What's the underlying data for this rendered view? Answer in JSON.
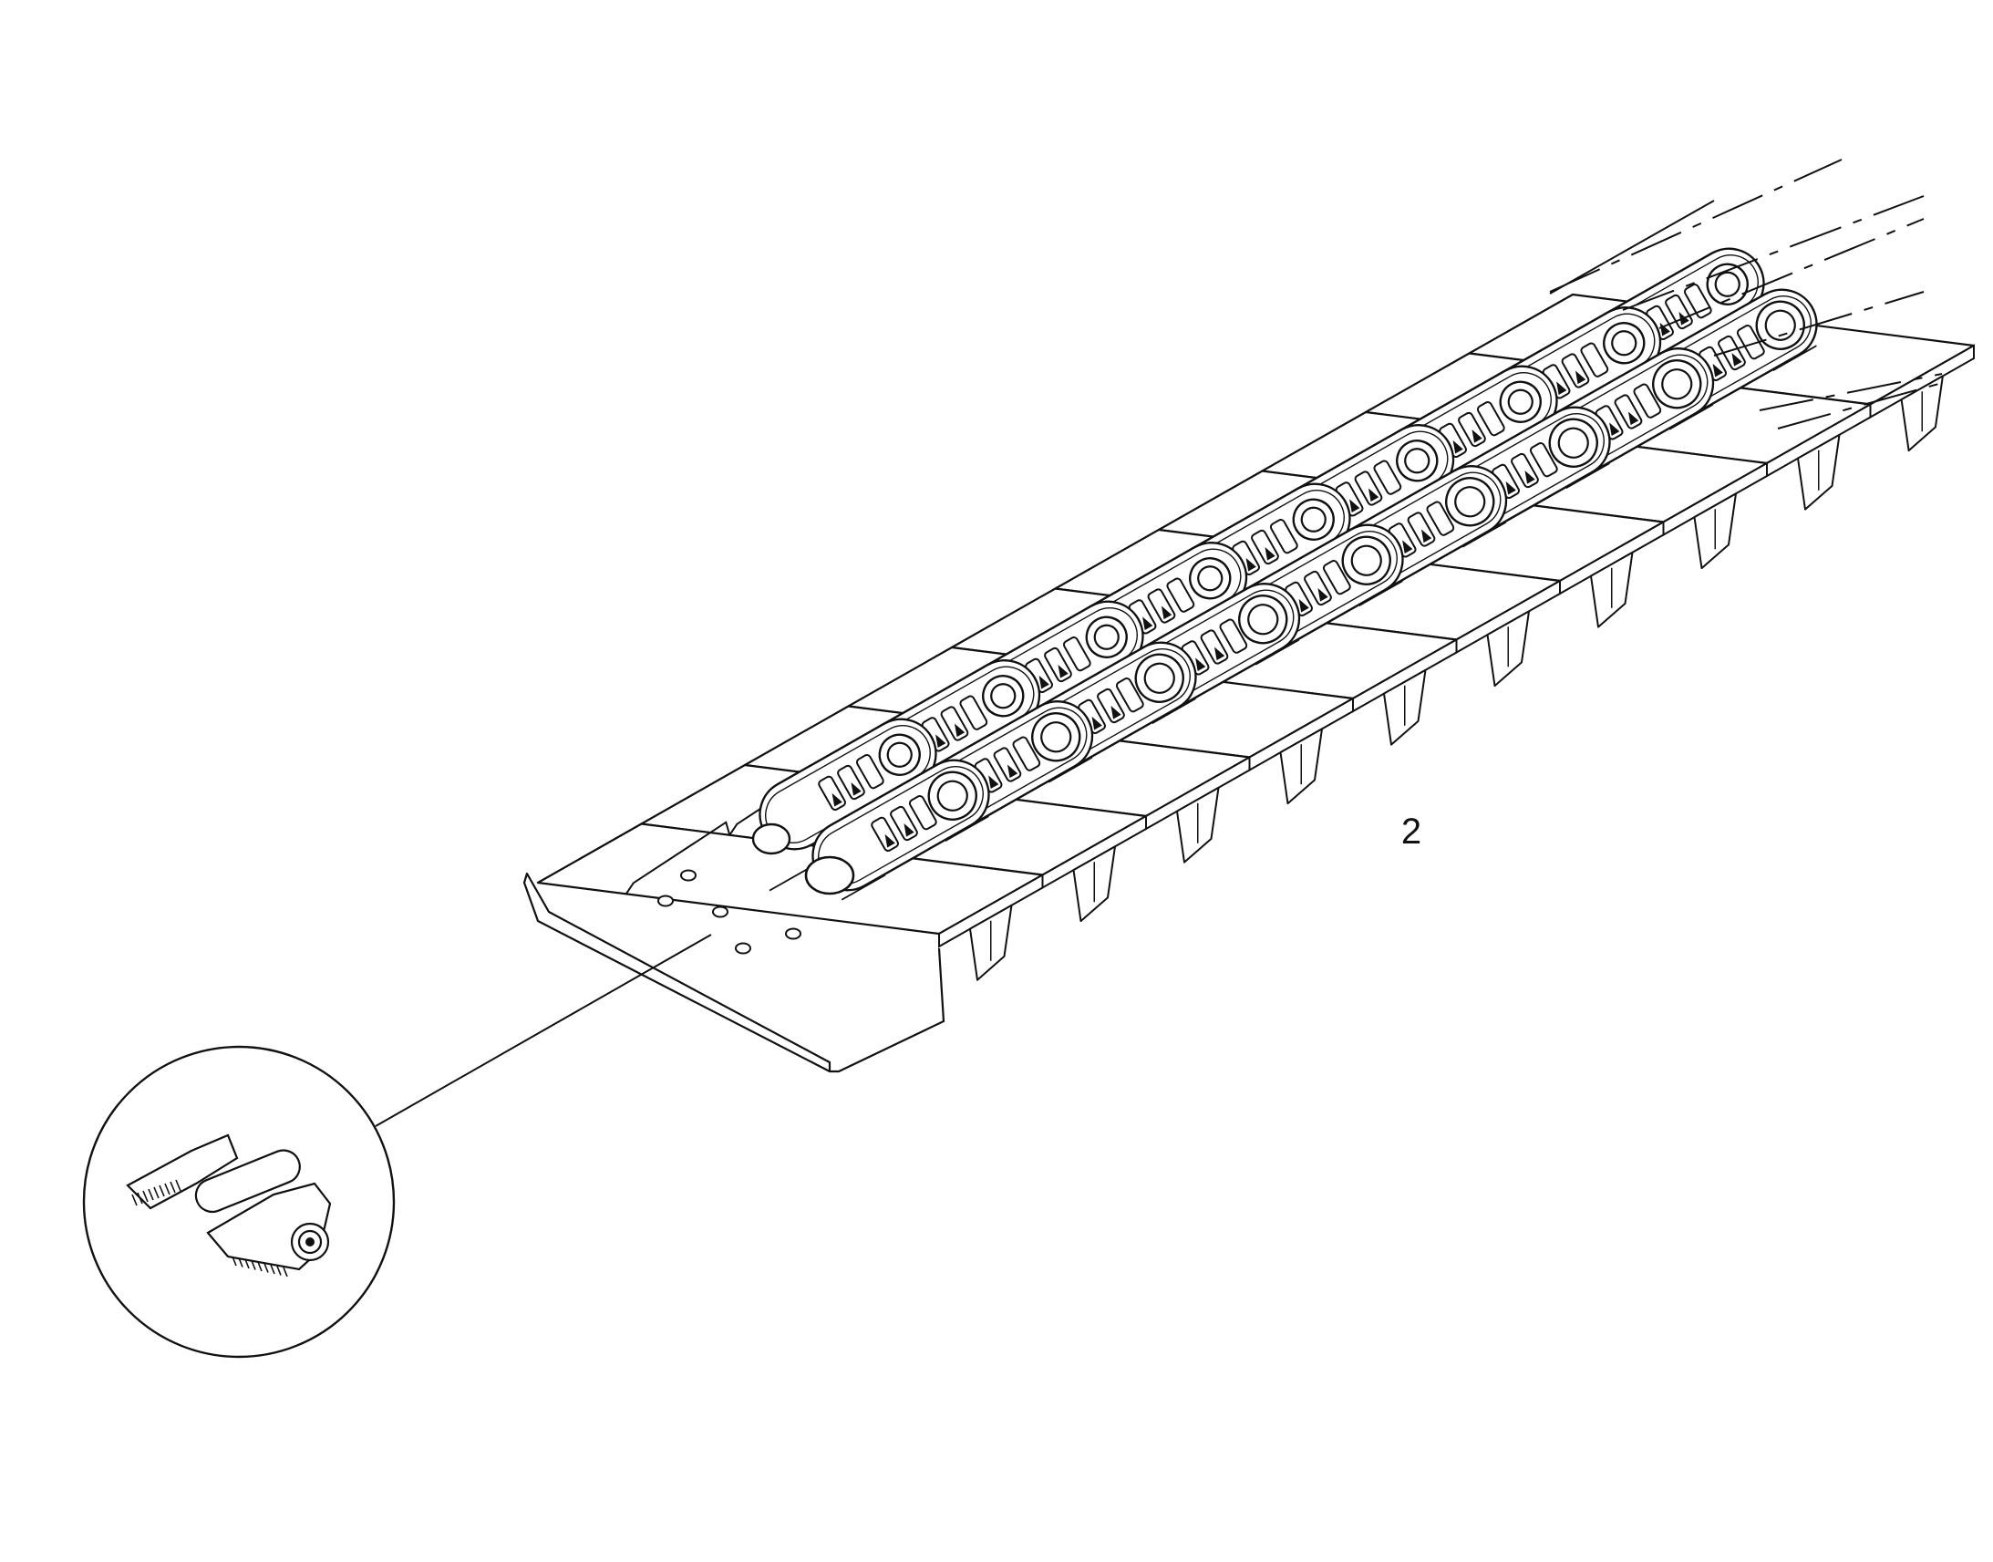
{
  "figure": {
    "callouts": [
      {
        "id": "item-2",
        "label": "2"
      }
    ],
    "colors": {
      "ink": "#111111",
      "background": "#ffffff",
      "shoe_fill": "#ffffff"
    },
    "parts": [
      "track-shoe",
      "track-chain-link",
      "track-pin",
      "detail-view"
    ]
  }
}
